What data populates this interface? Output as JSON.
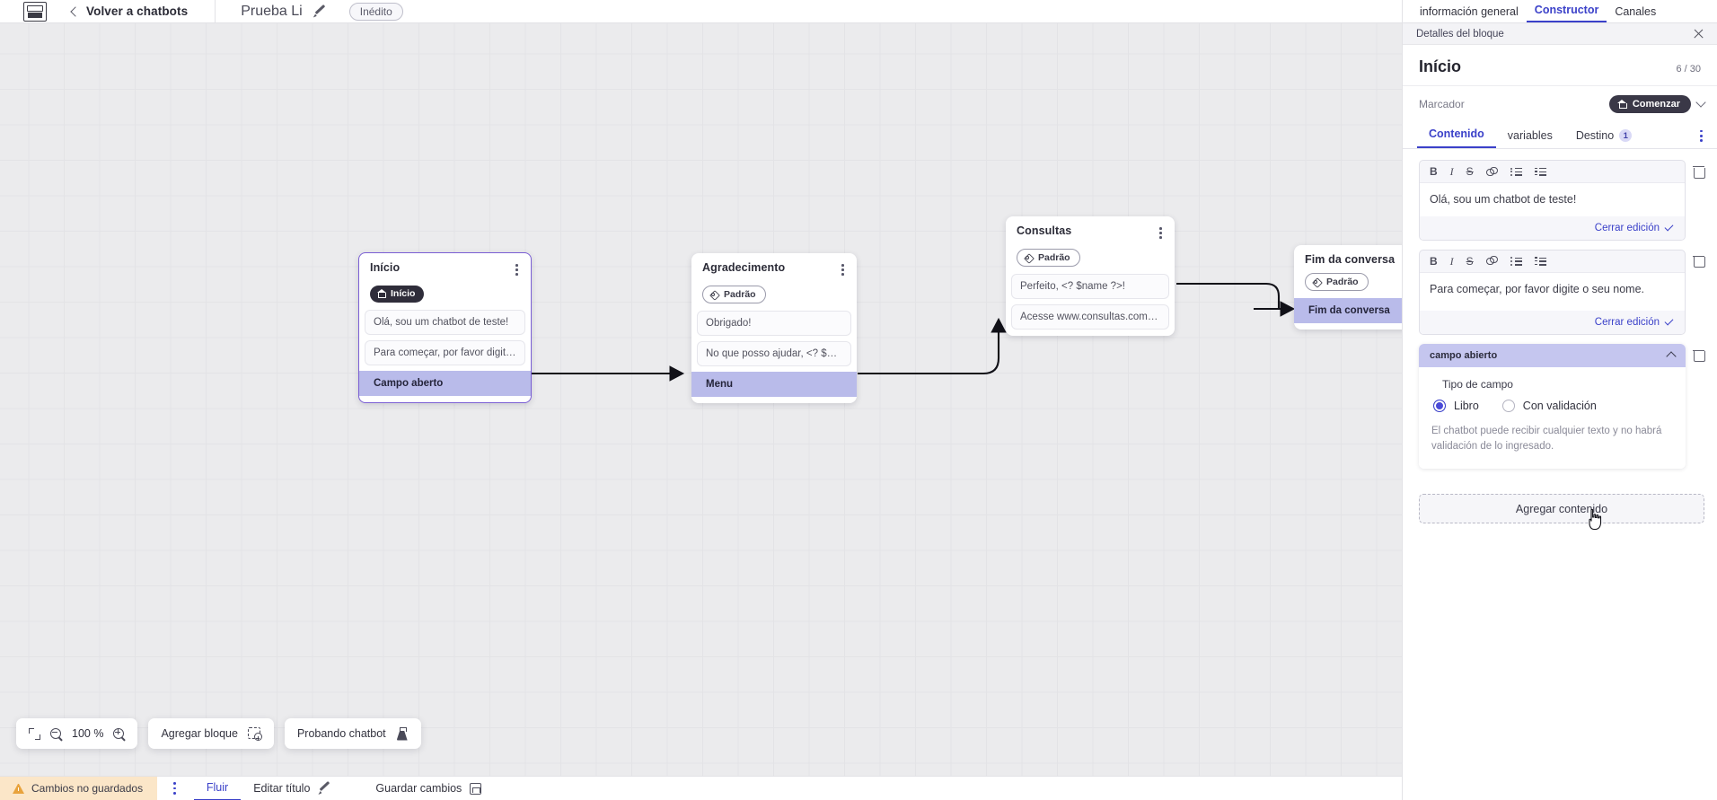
{
  "topbar": {
    "logo_name": "app-logo",
    "back_label": "Volver a chatbots",
    "bot_name": "Prueba Li",
    "status_pill": "Inédito"
  },
  "canvas": {
    "zoom_label": "100 %",
    "add_block_label": "Agregar bloque",
    "test_bot_label": "Probando chatbot",
    "nodes": [
      {
        "id": "inicio",
        "title": "Início",
        "tag": "Início",
        "tag_type": "start",
        "selected": true,
        "rows": [
          {
            "text": "Olá, sou um chatbot de teste!",
            "type": "message"
          },
          {
            "text": "Para começar, por favor digite o ...",
            "type": "message"
          },
          {
            "text": "Campo aberto",
            "type": "action"
          }
        ]
      },
      {
        "id": "agradecimento",
        "title": "Agradecimento",
        "tag": "Padrão",
        "tag_type": "default",
        "selected": false,
        "rows": [
          {
            "text": "Obrigado!",
            "type": "message"
          },
          {
            "text": "No que posso ajudar, <? $name ...",
            "type": "message"
          },
          {
            "text": "Menu",
            "type": "action"
          }
        ]
      },
      {
        "id": "consultas",
        "title": "Consultas",
        "tag": "Padrão",
        "tag_type": "default",
        "selected": false,
        "rows": [
          {
            "text": "Perfeito, <? $name ?>!",
            "type": "message"
          },
          {
            "text": "Acesse www.consultas.com par...",
            "type": "message"
          }
        ]
      },
      {
        "id": "fim",
        "title": "Fim da conversa",
        "tag": "Padrão",
        "tag_type": "default",
        "selected": false,
        "rows": [
          {
            "text": "Fim da conversa",
            "type": "action"
          }
        ]
      }
    ]
  },
  "panel": {
    "tabs": [
      {
        "label": "información general",
        "active": false
      },
      {
        "label": "Constructor",
        "active": true
      },
      {
        "label": "Canales",
        "active": false
      }
    ],
    "header_title": "Detalles del bloque",
    "block_title": "Início",
    "block_count": "6 / 30",
    "marker_label": "Marcador",
    "marker_badge": "Comenzar",
    "sub_tabs": [
      {
        "label": "Contenido",
        "active": true,
        "count": ""
      },
      {
        "label": "variables",
        "active": false,
        "count": ""
      },
      {
        "label": "Destino",
        "active": false,
        "count": "1"
      }
    ],
    "editors": [
      {
        "text": "Olá, sou um chatbot de teste!",
        "close_label": "Cerrar edición",
        "tools": [
          "B",
          "I",
          "S",
          "link-icon",
          "bullet-list-icon",
          "numbered-list-icon"
        ]
      },
      {
        "text": "Para começar, por favor digite o seu nome.",
        "close_label": "Cerrar edición",
        "tools": [
          "B",
          "I",
          "S",
          "link-icon",
          "bullet-list-icon",
          "numbered-list-icon"
        ]
      }
    ],
    "field_card": {
      "header": "campo abierto",
      "subtitle": "Tipo de campo",
      "options": [
        {
          "label": "Libro",
          "selected": true
        },
        {
          "label": "Con validación",
          "selected": false
        }
      ],
      "note": "El chatbot puede recibir cualquier texto y no habrá validación de lo ingresado."
    },
    "add_content_label": "Agregar contenido"
  },
  "statusbar": {
    "unsaved_label": "Cambios no guardados",
    "flow_label": "Fluir",
    "edit_title_label": "Editar título",
    "save_label": "Guardar cambios"
  },
  "colors": {
    "accent": "#3b41c9",
    "node_selected_border": "#7b5fd4",
    "action_row": "#b9bbea",
    "card_header": "#c5c6ef",
    "warning_bg": "#fbe6c8",
    "canvas_bg": "#ebebed",
    "badge_dark": "#3a3847"
  }
}
